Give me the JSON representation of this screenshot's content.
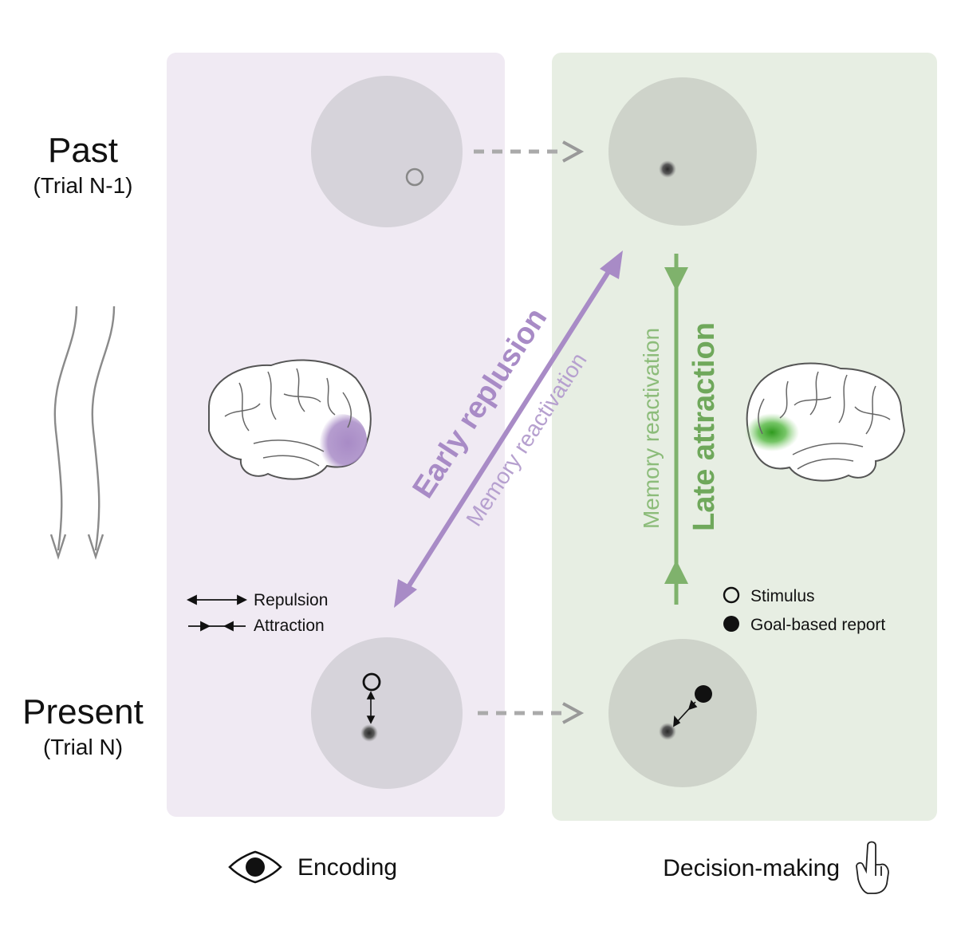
{
  "time_labels": {
    "past": "Past",
    "past_sub": "(Trial N-1)",
    "present": "Present",
    "present_sub": "(Trial N)"
  },
  "arrows": {
    "early_title": "Early replusion",
    "early_sub": "Memory reactivation",
    "late_title": "Late attraction",
    "late_sub": "Memory reactivation"
  },
  "legend_left": {
    "repulsion": "Repulsion",
    "attraction": "Attraction"
  },
  "legend_right": {
    "stimulus": "Stimulus",
    "report": "Goal-based report"
  },
  "bottom": {
    "encoding": "Encoding",
    "decision": "Decision-making"
  },
  "icons": {
    "eye": "eye-icon",
    "hand": "pointing-hand-icon",
    "brain": "brain-icon"
  },
  "colors": {
    "encoding_panel": "#f0eaf3",
    "decision_panel": "#e7eee3",
    "purple": "#a88bc6",
    "green": "#7fb26c",
    "disc": "#d6d3da",
    "gray_arrow": "#9a9a9a"
  }
}
